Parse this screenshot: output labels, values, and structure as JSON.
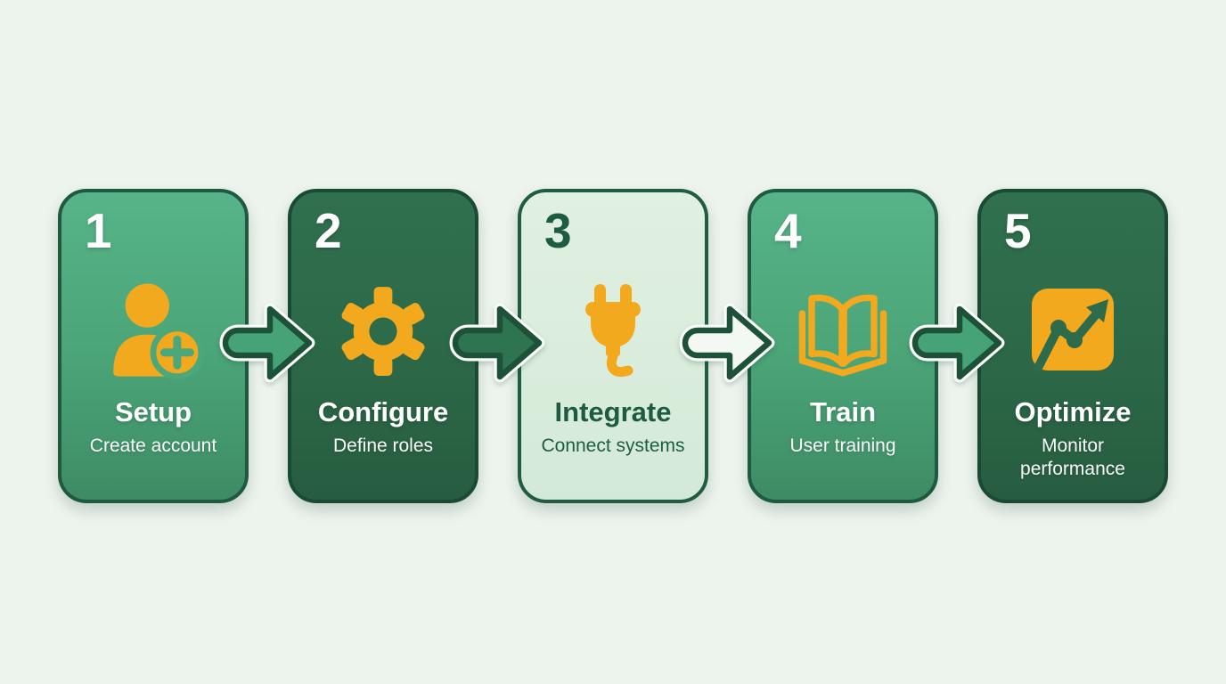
{
  "diagram": {
    "type": "process-flow",
    "background_color": "#EDF4EE",
    "palette": {
      "amber": "#F2A91E",
      "outline_dark_green": "#1D5238",
      "card_medium_green_top": "#57B389",
      "card_medium_green_bottom": "#3E8B65",
      "card_dark_green": "#2D6B4B",
      "card_light_mint": "#DCEEDE",
      "text_white": "#FFFFFF",
      "text_dark_green": "#1E5C41"
    },
    "steps": [
      {
        "number": "1",
        "title": "Setup",
        "subtitle": "Create account",
        "icon": "add-user-icon",
        "variant": "medium-green"
      },
      {
        "number": "2",
        "title": "Configure",
        "subtitle": "Define roles",
        "icon": "gear-icon",
        "variant": "dark-green"
      },
      {
        "number": "3",
        "title": "Integrate",
        "subtitle": "Connect systems",
        "icon": "plug-icon",
        "variant": "light-mint"
      },
      {
        "number": "4",
        "title": "Train",
        "subtitle": "User training",
        "icon": "book-icon",
        "variant": "medium-green"
      },
      {
        "number": "5",
        "title": "Optimize",
        "subtitle": "Monitor performance",
        "icon": "growth-chart-icon",
        "variant": "dark-green"
      }
    ],
    "connectors": [
      {
        "from": "1",
        "to": "2",
        "shape": "arrow-right",
        "fill": "medium-green"
      },
      {
        "from": "2",
        "to": "3",
        "shape": "arrow-right",
        "fill": "dark-green"
      },
      {
        "from": "3",
        "to": "4",
        "shape": "arrow-right",
        "fill": "light-mint"
      },
      {
        "from": "4",
        "to": "5",
        "shape": "arrow-right",
        "fill": "medium-green"
      }
    ]
  }
}
